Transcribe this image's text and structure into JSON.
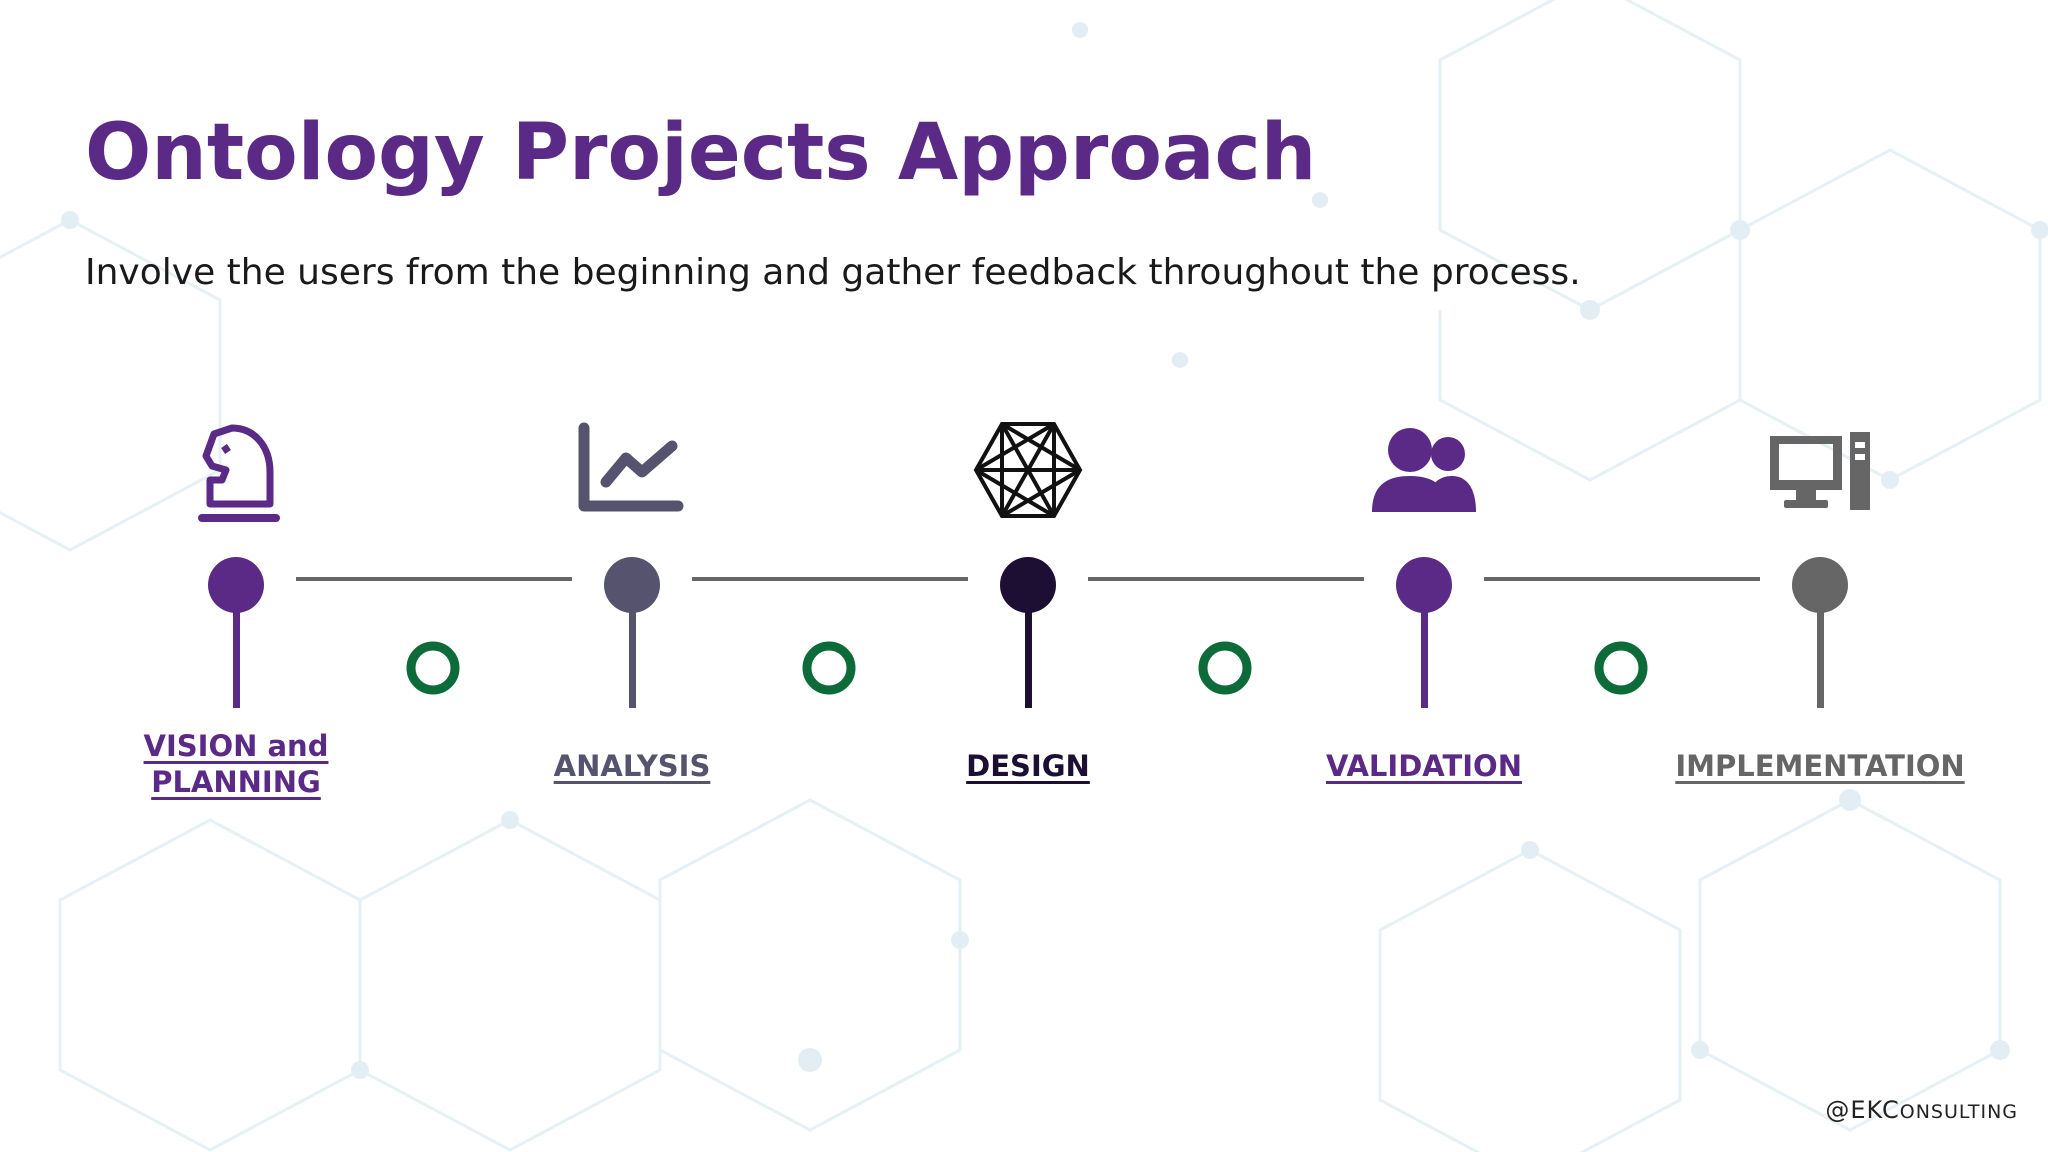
{
  "slide": {
    "title": "Ontology Projects Approach",
    "subtitle": "Involve the users from the beginning and gather feedback throughout the process.",
    "footer_at": "@EK",
    "footer_c": "C",
    "footer_rest": "ONSULTING"
  },
  "stages": [
    {
      "label_line1": "VISION and",
      "label_line2": "PLANNING",
      "icon": "chess-knight-icon",
      "color": "#5b2a86"
    },
    {
      "label": "ANALYSIS",
      "icon": "line-chart-icon",
      "color": "#55536e"
    },
    {
      "label": "DESIGN",
      "icon": "hexagon-network-icon",
      "color": "#1c0f33"
    },
    {
      "label": "VALIDATION",
      "icon": "users-icon",
      "color": "#5b2a86"
    },
    {
      "label": "IMPLEMENTATION",
      "icon": "desktop-computer-icon",
      "color": "#666666"
    }
  ],
  "connector_icon": "refresh-cycle-icon",
  "colors": {
    "title": "#5b2a86",
    "connector_line": "#666666",
    "cycle_green": "#0d6b3a"
  }
}
